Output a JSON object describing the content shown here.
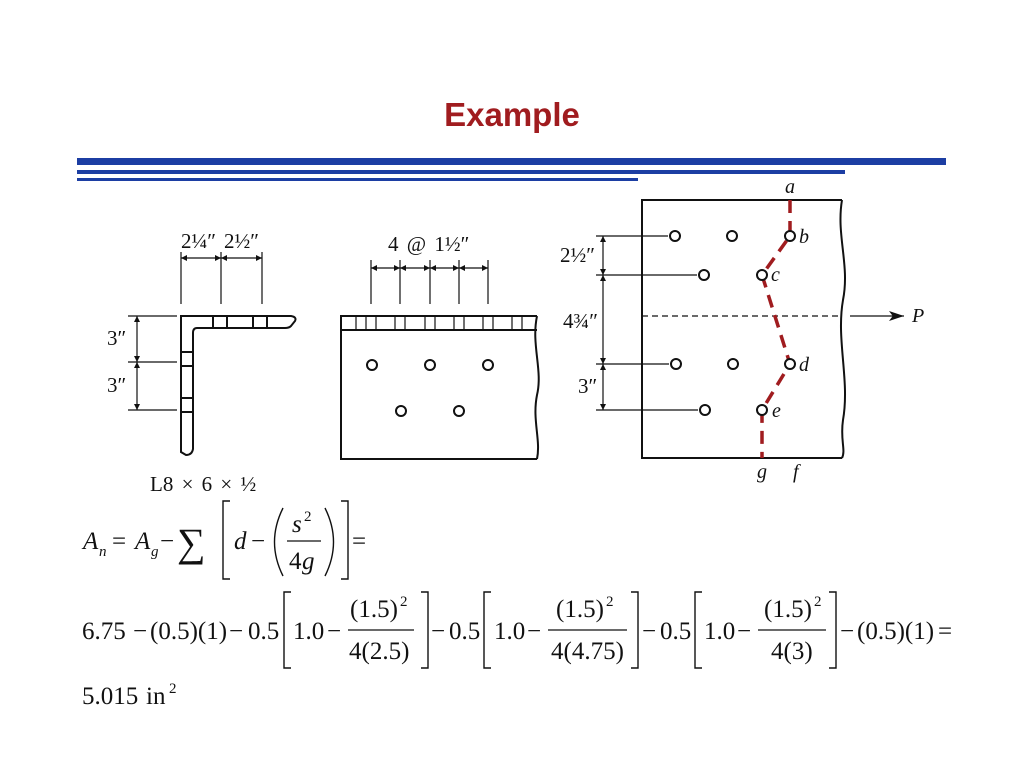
{
  "slide": {
    "title": "Example",
    "colors": {
      "title": "#a01c1f",
      "rule": "#1c3ea3",
      "failure_path": "#a01c1f"
    }
  },
  "angle_section": {
    "leg_spacing_labels": [
      "2¼″",
      "2½″"
    ],
    "gage_labels": [
      "3″",
      "3″"
    ],
    "designation": "L8 × 6 × ½"
  },
  "leg_view": {
    "pitch_label": "4 @ 1½″"
  },
  "plate_view": {
    "spacing_labels": [
      "2½″",
      "4¾″",
      "3″"
    ],
    "point_labels": [
      "a",
      "b",
      "c",
      "d",
      "e",
      "g",
      "f"
    ],
    "load_label": "P"
  },
  "formula": {
    "net_area": "A",
    "net_area_sub": "n",
    "equals": "=",
    "gross_area": "A",
    "gross_area_sub": "g",
    "minus": "−",
    "sum": "∑",
    "hole_diameter": "d",
    "stagger": "s",
    "stagger_exp": "2",
    "gage_coef": "4",
    "gage": "g"
  },
  "substitution": {
    "gross_area": "6.75",
    "first_hole": "(0.5)(1)",
    "minus": "−",
    "equals": "=",
    "terms": [
      {
        "thickness": "0.5",
        "diameter": "1.0",
        "stagger": "(1.5)",
        "stagger_exp": "2",
        "gage": "4(2.5)"
      },
      {
        "thickness": "0.5",
        "diameter": "1.0",
        "stagger": "(1.5)",
        "stagger_exp": "2",
        "gage": "4(4.75)"
      },
      {
        "thickness": "0.5",
        "diameter": "1.0",
        "stagger": "(1.5)",
        "stagger_exp": "2",
        "gage": "4(3)"
      }
    ],
    "last_hole": "(0.5)(1)"
  },
  "result": {
    "value": "5.015",
    "unit": "in",
    "unit_exp": "2"
  }
}
